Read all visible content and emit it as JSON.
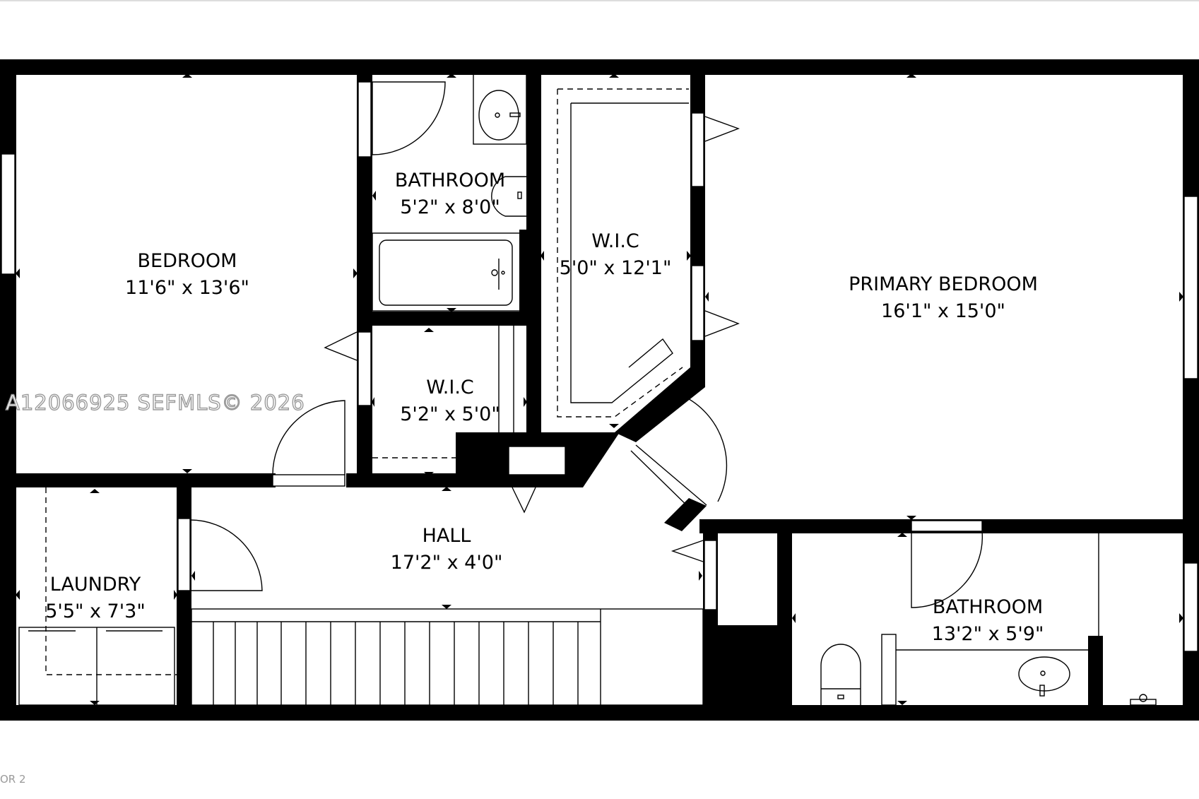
{
  "rooms": {
    "bedroom": {
      "name": "BEDROOM",
      "size": "11'6\" x 13'6\""
    },
    "bathroom_upper": {
      "name": "BATHROOM",
      "size": "5'2\" x 8'0\""
    },
    "wic_small": {
      "name": "W.I.C",
      "size": "5'2\" x 5'0\""
    },
    "wic_large": {
      "name": "W.I.C",
      "size": "5'0\" x 12'1\""
    },
    "primary_bedroom": {
      "name": "PRIMARY BEDROOM",
      "size": "16'1\" x 15'0\""
    },
    "hall": {
      "name": "HALL",
      "size": "17'2\" x 4'0\""
    },
    "laundry": {
      "name": "LAUNDRY",
      "size": "5'5\" x 7'3\""
    },
    "bathroom_lower": {
      "name": "BATHROOM",
      "size": "13'2\" x 5'9\""
    }
  },
  "watermark": "A12066925  SEFMLS© 2026",
  "floor_label": "OR 2"
}
